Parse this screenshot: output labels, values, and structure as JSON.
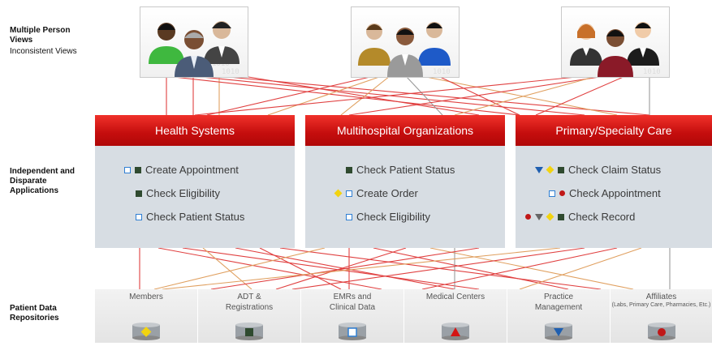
{
  "labels": {
    "persons_title": "Multiple Person Views",
    "persons_sub": "Inconsistent Views",
    "apps_title": "Independent and Disparate Applications",
    "repos_title": "Patient Data Repositories"
  },
  "person_box_text": "1010",
  "apps": [
    {
      "title": "Health Systems",
      "items": [
        {
          "icons": [
            "sq-open",
            "sq-dark"
          ],
          "label": "Create Appointment"
        },
        {
          "icons": [
            "sq-dark"
          ],
          "label": "Check Eligibility"
        },
        {
          "icons": [
            "sq-open"
          ],
          "label": "Check Patient Status"
        }
      ]
    },
    {
      "title": "Multihospital Organizations",
      "items": [
        {
          "icons": [
            "sq-dark"
          ],
          "label": "Check Patient Status"
        },
        {
          "icons": [
            "diamond",
            "sq-open"
          ],
          "label": "Create Order"
        },
        {
          "icons": [
            "sq-open"
          ],
          "label": "Check Eligibility"
        }
      ]
    },
    {
      "title": "Primary/Specialty Care",
      "items": [
        {
          "icons": [
            "tri-down",
            "diamond",
            "sq-dark"
          ],
          "label": "Check Claim Status"
        },
        {
          "icons": [
            "sq-open",
            "circle"
          ],
          "label": "Check Appointment"
        },
        {
          "icons": [
            "circle",
            "tri-down-gray",
            "diamond",
            "sq-dark"
          ],
          "label": "Check Record"
        }
      ]
    }
  ],
  "repos": [
    {
      "label": "Members",
      "sub": "",
      "symbol": "diamond",
      "color": "#f2d310"
    },
    {
      "label": "ADT &",
      "label2": "Registrations",
      "sub": "",
      "symbol": "square",
      "color": "#2f4a2f"
    },
    {
      "label": "EMRs and",
      "label2": "Clinical Data",
      "sub": "",
      "symbol": "square-open",
      "color": "#2f7fd3"
    },
    {
      "label": "Medical Centers",
      "sub": "",
      "symbol": "triangle-up",
      "color": "#d41414"
    },
    {
      "label": "Practice",
      "label2": "Management",
      "sub": "",
      "symbol": "triangle-down",
      "color": "#1f5fb0"
    },
    {
      "label": "Affiliates",
      "sub": "(Labs, Primary Care, Pharmacies, Etc.)",
      "symbol": "circle",
      "color": "#c01818"
    }
  ],
  "colors": {
    "header_red": "#d81e1e",
    "panel_bg": "#d7dde3",
    "line_red": "#e04040",
    "line_orange": "#e0a060",
    "line_gray": "#9a9a9a"
  }
}
